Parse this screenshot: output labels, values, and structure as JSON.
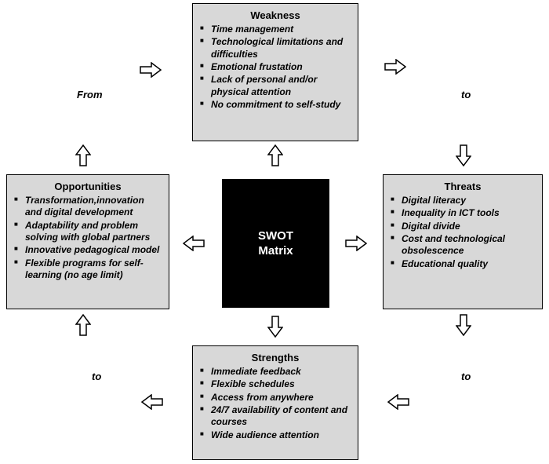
{
  "center": {
    "line1": "SWOT",
    "line2": "Matrix"
  },
  "boxes": {
    "weakness": {
      "title": "Weakness",
      "items": [
        "Time management",
        "Technological limitations and difficulties",
        "Emotional frustation",
        "Lack of personal and/or physical attention",
        "No commitment to self-study"
      ]
    },
    "threats": {
      "title": "Threats",
      "items": [
        "Digital literacy",
        "Inequality in ICT tools",
        "Digital divide",
        "Cost and technological obsolescence",
        "Educational quality"
      ]
    },
    "opportunities": {
      "title": "Opportunities",
      "items": [
        "Transformation,innovation and digital development",
        "Adaptability and problem solving with global partners",
        "Innovative pedagogical model",
        "Flexible programs for self-learning (no age limit)"
      ]
    },
    "strengths": {
      "title": "Strengths",
      "items": [
        "Immediate feedback",
        "Flexible schedules",
        "Access from anywhere",
        "24/7 availability of content and courses",
        "Wide audience attention"
      ]
    }
  },
  "labels": {
    "from": "From",
    "to": "to"
  },
  "colors": {
    "box_bg": "#d8d8d8",
    "box_border": "#000000",
    "center_bg": "#000000",
    "center_text": "#ffffff"
  }
}
